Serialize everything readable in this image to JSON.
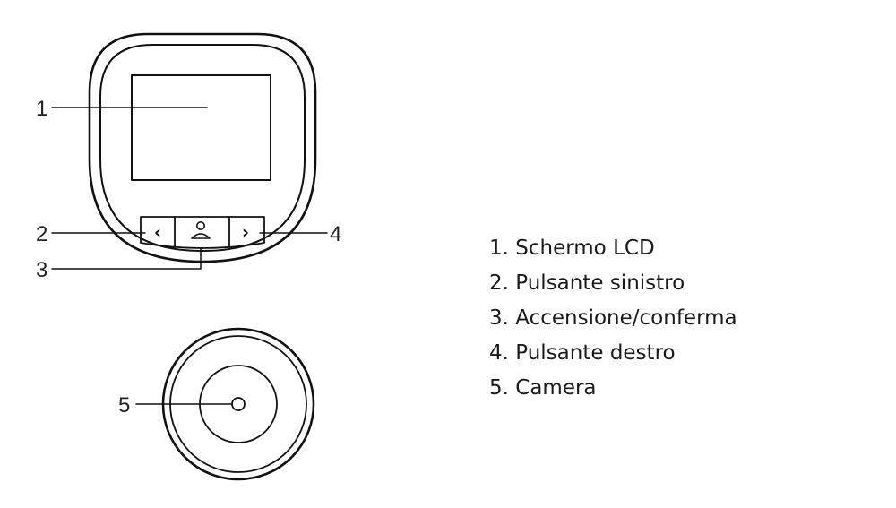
{
  "callouts": {
    "c1": "1",
    "c2": "2",
    "c3": "3",
    "c4": "4",
    "c5": "5"
  },
  "buttons": {
    "left_glyph": "‹",
    "right_glyph": "›"
  },
  "icons": {
    "power": "person-icon"
  },
  "legend": [
    "1. Schermo LCD",
    "2. Pulsante sinistro",
    "3. Accensione/conferma",
    "4. Pulsante destro",
    "5. Camera"
  ]
}
